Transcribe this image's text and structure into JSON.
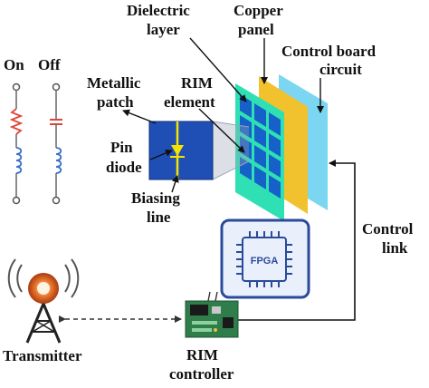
{
  "labels": {
    "on": "On",
    "off": "Off",
    "dielectric_layer_1": "Dielectric",
    "dielectric_layer_2": "layer",
    "copper_panel_1": "Copper",
    "copper_panel_2": "panel",
    "control_board_1": "Control board",
    "control_board_2": "circuit",
    "metallic_patch_1": "Metallic",
    "metallic_patch_2": "patch",
    "rim_element_1": "RIM",
    "rim_element_2": "element",
    "pin_diode_1": "Pin",
    "pin_diode_2": "diode",
    "biasing_line_1": "Biasing",
    "biasing_line_2": "line",
    "control_link_1": "Control",
    "control_link_2": "link",
    "fpga": "FPGA",
    "transmitter": "Transmitter",
    "rim_controller_1": "RIM",
    "rim_controller_2": "controller"
  },
  "colors": {
    "dielectric": "#2fe0b4",
    "copper": "#f2c12e",
    "control_board": "#6fd3f0",
    "patch_cell": "#1f4fb5",
    "unit_cell": "#1560c9",
    "diode": "#f5e400",
    "resistor": "#e0453a",
    "inductor": "#3b6fc9",
    "fpga_border": "#2a4a9a",
    "fpga_bg": "#eaf0fb",
    "antenna_glow": "#e8742a"
  },
  "icons": {
    "transmitter": "radio-tower-icon",
    "fpga": "chip-icon",
    "controller": "circuit-board-icon"
  }
}
